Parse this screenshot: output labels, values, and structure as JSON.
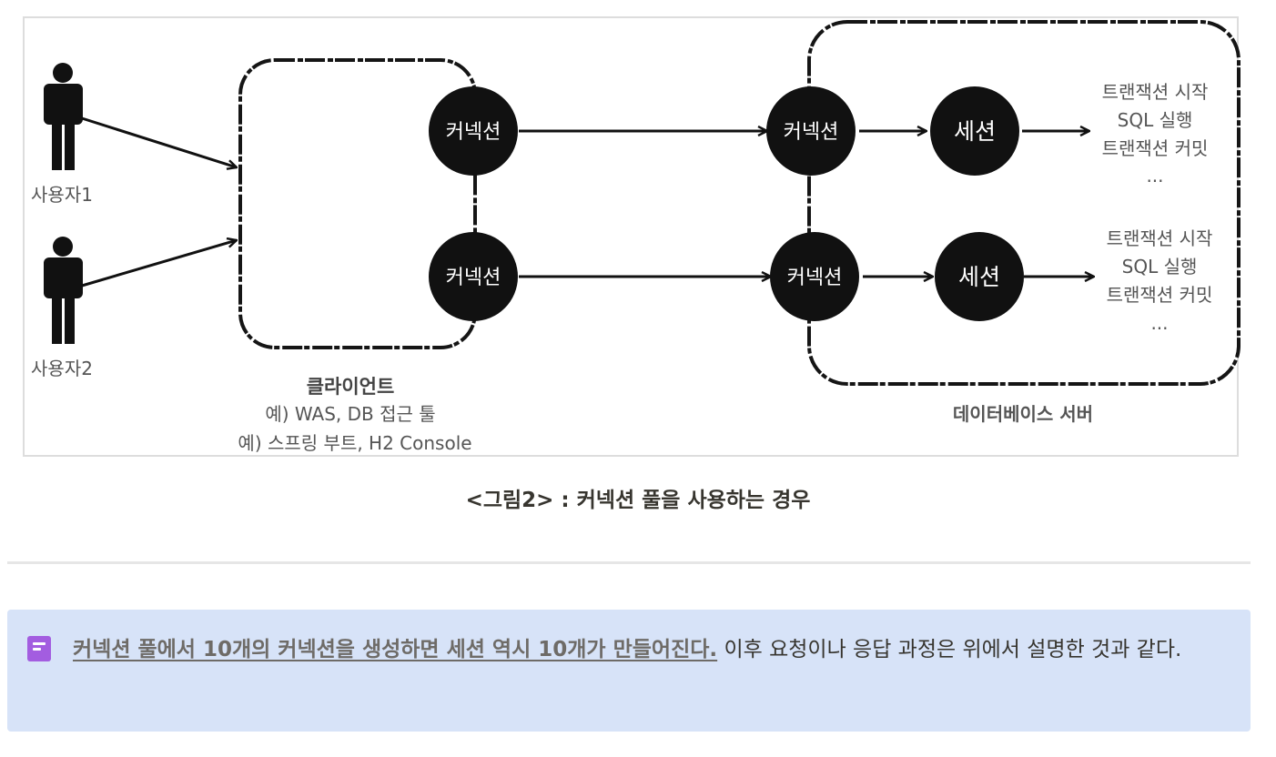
{
  "diagram": {
    "users": [
      "사용자1",
      "사용자2"
    ],
    "client_conn_label": "커넥션",
    "client_title": "클라이언트",
    "client_lines": [
      "예) WAS, DB 접근 툴",
      "예) 스프링 부트, H2 Console"
    ],
    "db_conn_label": "커넥션",
    "session_label": "세션",
    "tx_lines": [
      "트랜잭션 시작",
      "SQL 실행",
      "트랜잭션 커밋",
      "..."
    ],
    "db_title": "데이터베이스 서버"
  },
  "caption": "<그림2> : 커넥션 풀을 사용하는 경우",
  "callout": {
    "icon": "document-icon",
    "icon_color": "#a35de0",
    "background": "#d7e3f8",
    "underlined_text": "커넥션 풀에서 10개의 커넥션을 생성하면 세션 역시 10개가 만들어진다.",
    "rest_text": " 이후 요청이나 응답 과정은 위에서 설명한 것과 같다."
  }
}
